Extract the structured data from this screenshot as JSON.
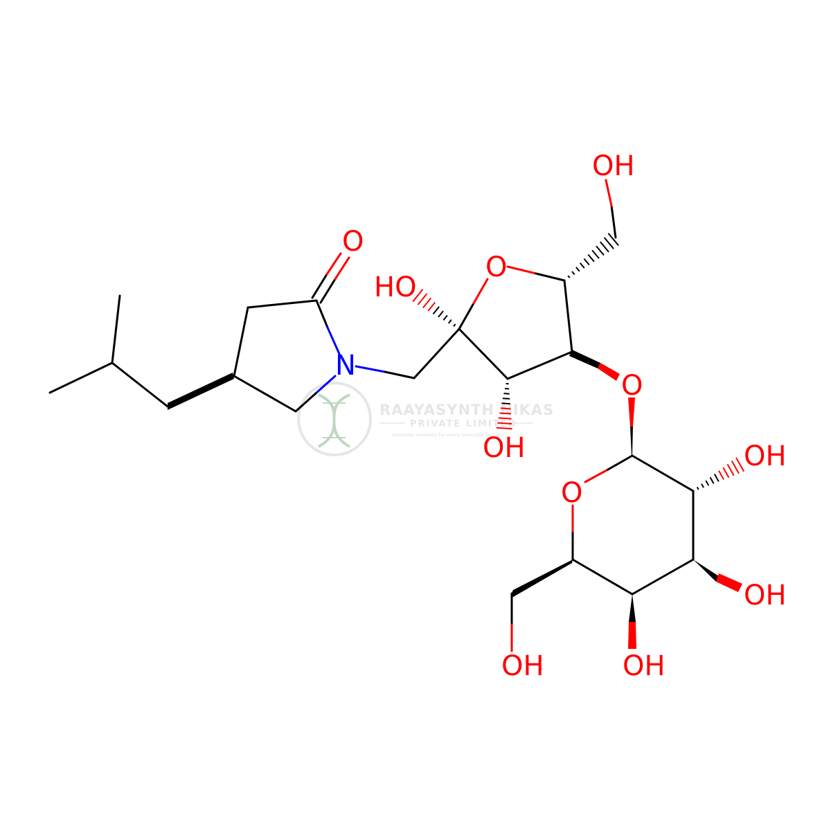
{
  "colors": {
    "bond": "#000000",
    "oxygen": "#ff0000",
    "nitrogen": "#0000ff",
    "watermark": "#cfd3d6",
    "watermark_logo": "#8fb88f"
  },
  "atoms": {
    "carbonyl_o": "O",
    "ring_n": "N",
    "furanose_o": "O",
    "anomeric_oh": "HO",
    "furanose_ch2oh": "OH",
    "furanose_c3_oh": "OH",
    "glycosidic_o": "O",
    "pyranose_o": "O",
    "pyranose_c2_oh": "OH",
    "pyranose_c3_oh": "OH",
    "pyranose_c4_oh": "OH",
    "pyranose_ch2oh": "OH"
  },
  "watermark": {
    "title": "RAAYASYNTH NIKAS",
    "subtitle": "PRIVATE LIMITED",
    "tagline": "Complete solutions for every molecular journey"
  }
}
